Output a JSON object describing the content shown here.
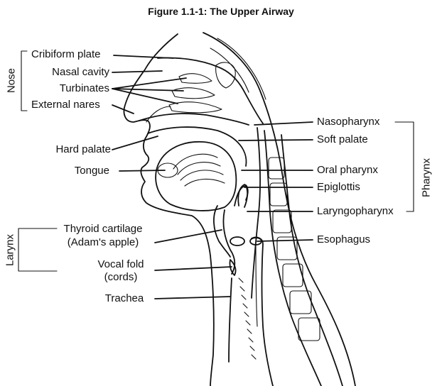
{
  "title": "Figure 1.1-1:  The Upper Airway",
  "groups": {
    "nose": "Nose",
    "larynx": "Larynx",
    "pharynx": "Pharynx"
  },
  "labels": {
    "cribiform_plate": "Cribiform plate",
    "nasal_cavity": "Nasal cavity",
    "turbinates": "Turbinates",
    "external_nares": "External nares",
    "hard_palate": "Hard palate",
    "tongue": "Tongue",
    "thyroid_cartilage_1": "Thyroid cartilage",
    "thyroid_cartilage_2": "(Adam's apple)",
    "vocal_fold_1": "Vocal fold",
    "vocal_fold_2": "(cords)",
    "trachea": "Trachea",
    "nasopharynx": "Nasopharynx",
    "soft_palate": "Soft palate",
    "oral_pharynx": "Oral pharynx",
    "epiglottis": "Epiglottis",
    "laryngopharynx": "Laryngopharynx",
    "esophagus": "Esophagus"
  }
}
